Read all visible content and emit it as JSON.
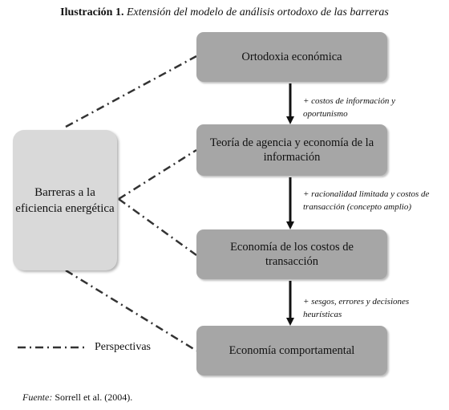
{
  "title": {
    "label": "Ilustración 1.",
    "text": "Extensión del modelo de análisis ortodoxo de las barreras"
  },
  "side_box": {
    "label": "Barreras a la eficiencia energética"
  },
  "boxes": [
    {
      "label": "Ortodoxia económica"
    },
    {
      "label": "Teoría de agencia y economía de la información"
    },
    {
      "label": "Economía de los costos de transacción"
    },
    {
      "label": "Economía comportamental"
    }
  ],
  "notes": [
    {
      "label": "+ costos de información y oportunismo"
    },
    {
      "label": "+ racionalidad limitada y costos de transacción (concepto amplio)"
    },
    {
      "label": "+ sesgos, errores y decisiones heurísticas"
    }
  ],
  "legend": {
    "label": "Perspectivas"
  },
  "source": {
    "label": "Fuente:",
    "text": "Sorrell et al. (2004)."
  },
  "colors": {
    "box_fill": "#a6a6a6",
    "side_box_fill": "#d9d9d9",
    "line": "#333333"
  }
}
